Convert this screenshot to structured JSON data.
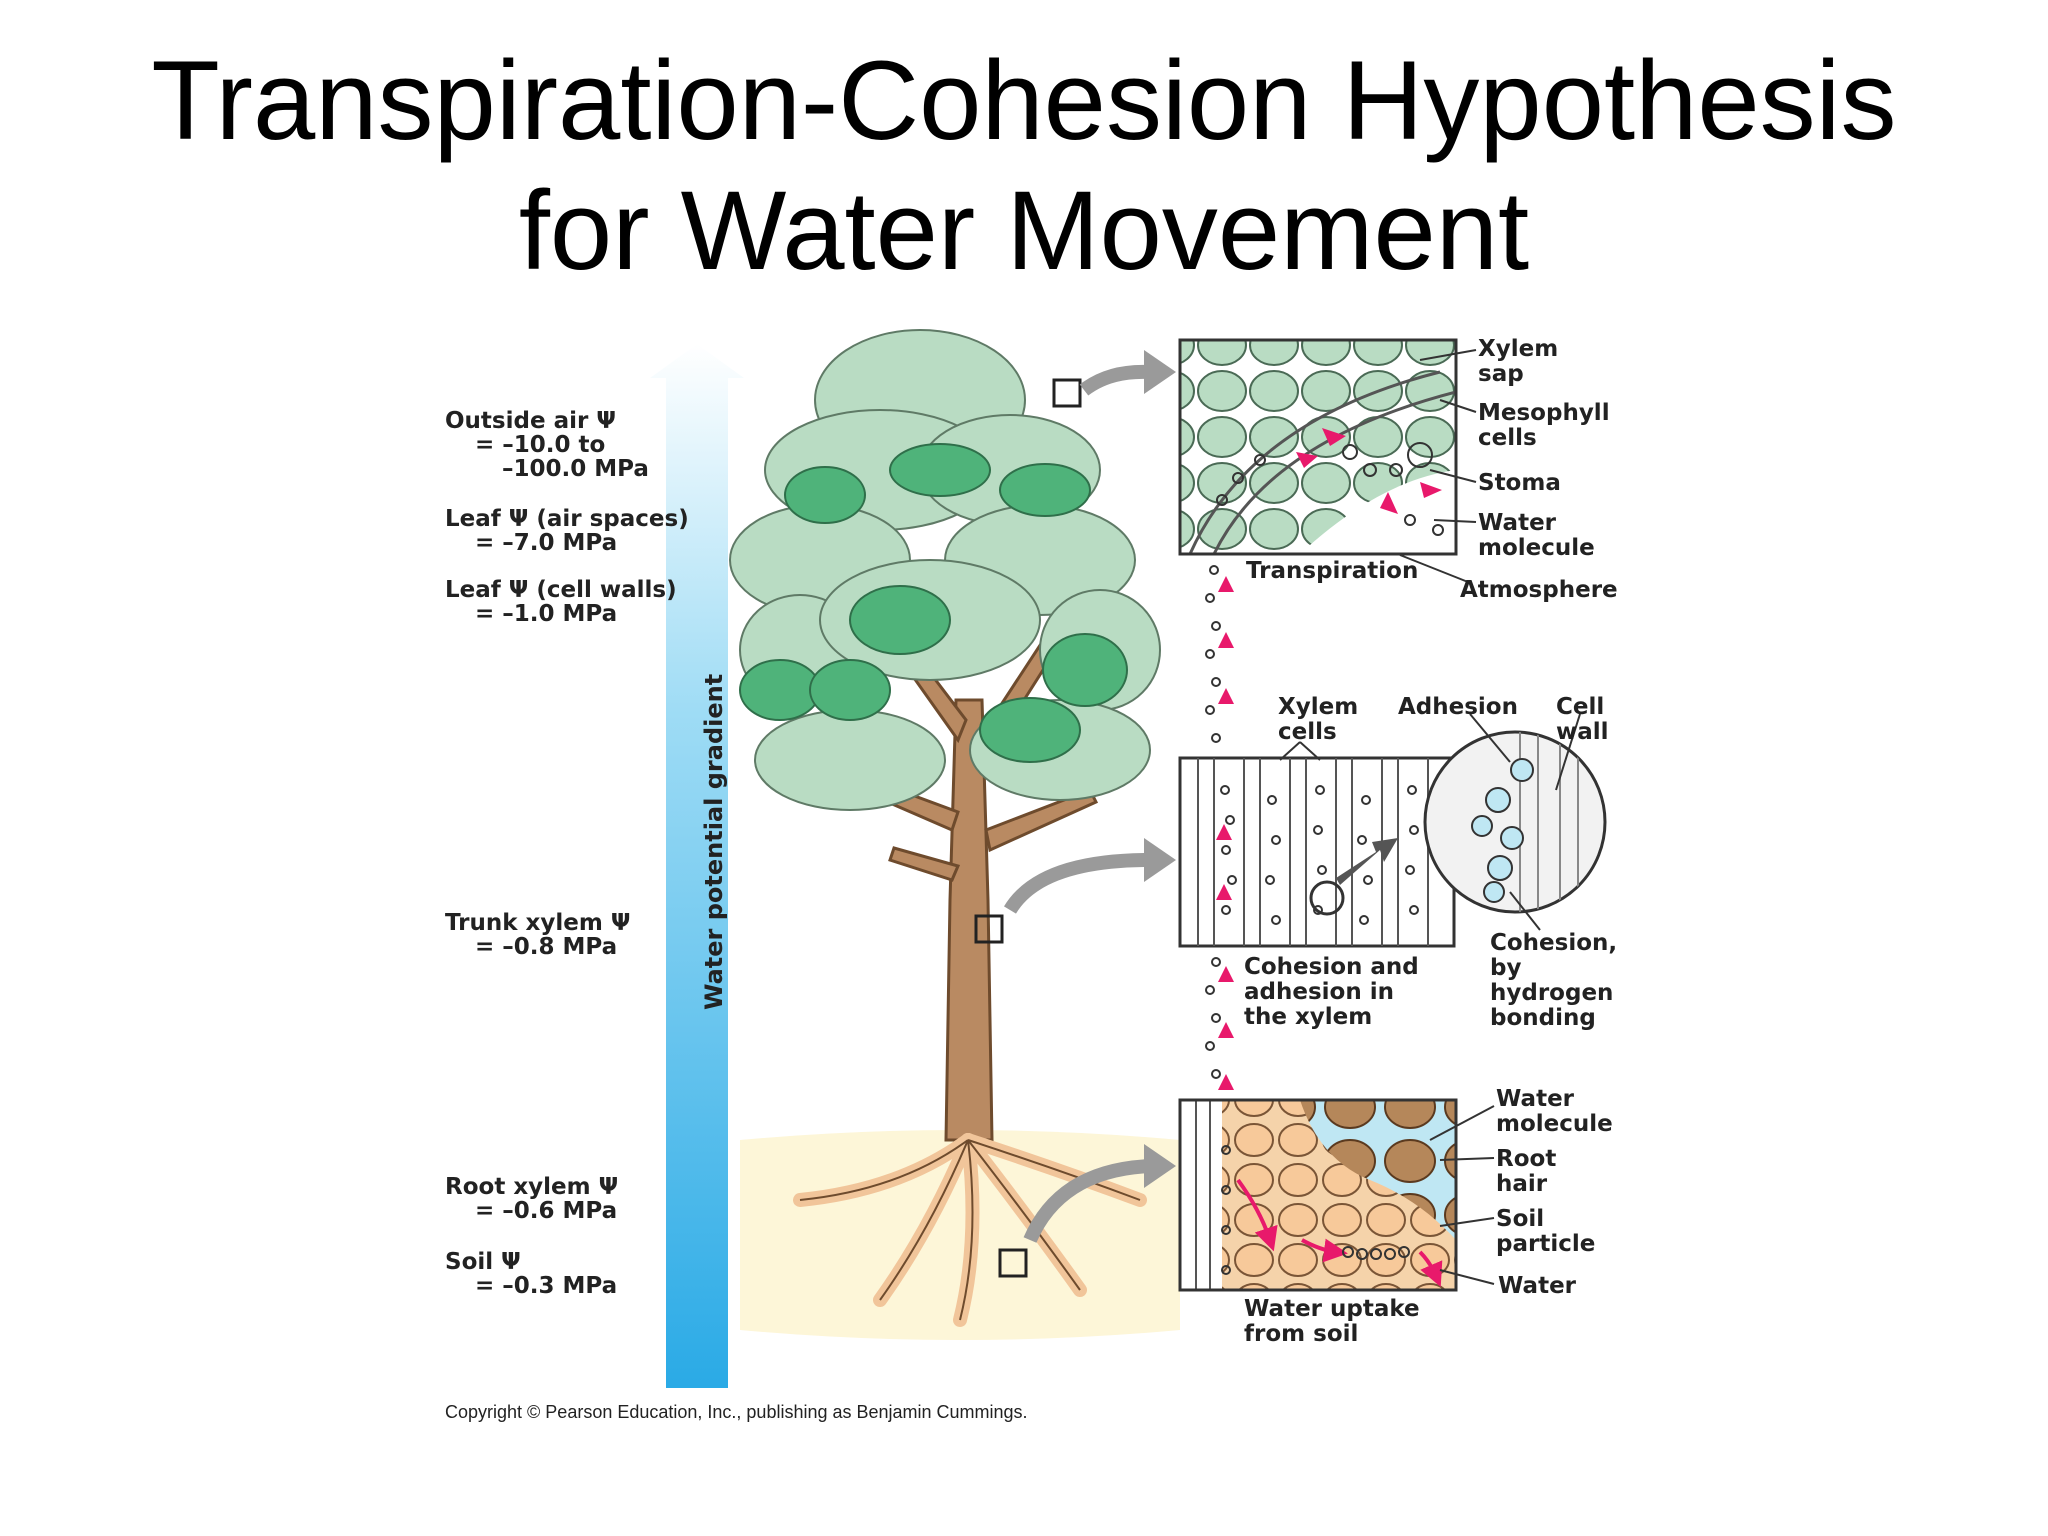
{
  "title": {
    "line1": "Transpiration-Cohesion Hypothesis",
    "line2": "for Water Movement"
  },
  "gradient_arrow": {
    "label": "Water potential gradient",
    "colors": [
      "#3bb3ea",
      "#ffffff"
    ]
  },
  "potentials": [
    {
      "line1": "Outside air Ψ",
      "line2": "= –10.0 to",
      "line3": "–100.0 MPa"
    },
    {
      "line1": "Leaf Ψ (air spaces)",
      "line2": "= –7.0 MPa"
    },
    {
      "line1": "Leaf Ψ (cell walls)",
      "line2": "= –1.0 MPa"
    },
    {
      "line1": "Trunk xylem Ψ",
      "line2": "= –0.8 MPa"
    },
    {
      "line1": "Root xylem Ψ",
      "line2": "= –0.6 MPa"
    },
    {
      "line1": "Soil Ψ",
      "line2": "= –0.3 MPa"
    }
  ],
  "panels": {
    "leaf": {
      "caption": "Transpiration",
      "labels": {
        "xylem_sap": [
          "Xylem",
          "sap"
        ],
        "mesophyll": [
          "Mesophyll",
          "cells"
        ],
        "stoma": "Stoma",
        "water_molecule": [
          "Water",
          "molecule"
        ],
        "atmosphere": "Atmosphere"
      }
    },
    "xylem": {
      "caption": [
        "Cohesion and",
        "adhesion in",
        "the xylem"
      ],
      "labels": {
        "xylem_cells": [
          "Xylem",
          "cells"
        ],
        "adhesion": "Adhesion",
        "cell_wall": [
          "Cell",
          "wall"
        ],
        "cohesion": [
          "Cohesion,",
          "by",
          "hydrogen",
          "bonding"
        ]
      }
    },
    "root": {
      "caption": [
        "Water uptake",
        "from soil"
      ],
      "labels": {
        "water_molecule": [
          "Water",
          "molecule"
        ],
        "root_hair": [
          "Root",
          "hair"
        ],
        "soil_particle": [
          "Soil",
          "particle"
        ],
        "water": "Water"
      }
    }
  },
  "copyright": "Copyright © Pearson Education, Inc., publishing as Benjamin Cummings.",
  "colors": {
    "leaf_light": "#b9dcc3",
    "leaf_dark": "#4fb37a",
    "trunk": "#b98a62",
    "root": "#f1c59a",
    "soil": "#fdf6d8",
    "pink_arrow": "#e8196b",
    "water_blue": "#bfe7f3"
  }
}
